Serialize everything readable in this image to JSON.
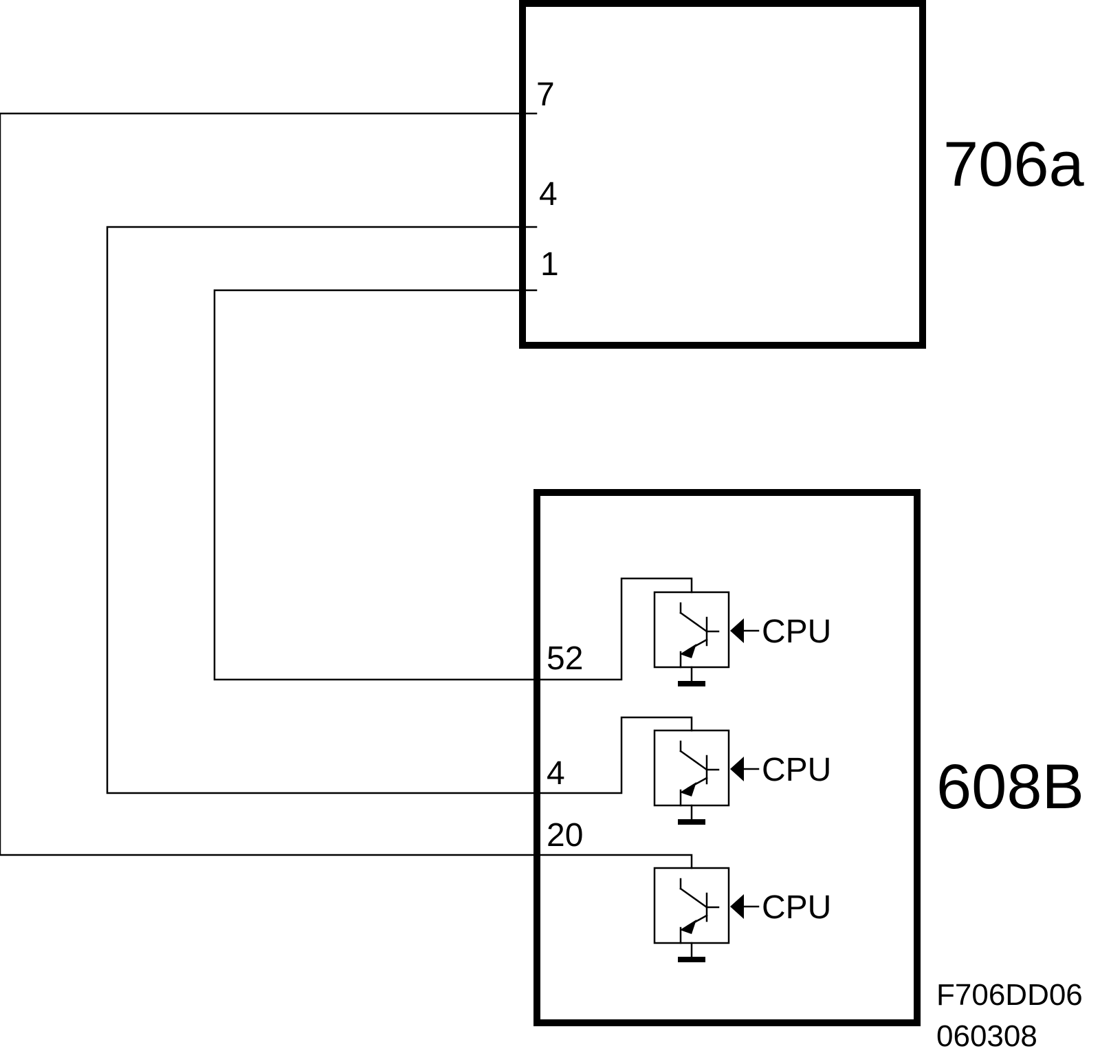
{
  "modules": {
    "top": {
      "label": "706a",
      "pins": [
        "7",
        "4",
        "1"
      ]
    },
    "bottom": {
      "label": "608B",
      "pins": [
        "52",
        "4",
        "20"
      ]
    }
  },
  "drivers": [
    {
      "signal": "CPU"
    },
    {
      "signal": "CPU"
    },
    {
      "signal": "CPU"
    }
  ],
  "reference": {
    "line1": "F706DD06",
    "line2": "060308"
  },
  "colors": {
    "line": "#000000",
    "background": "#ffffff"
  }
}
